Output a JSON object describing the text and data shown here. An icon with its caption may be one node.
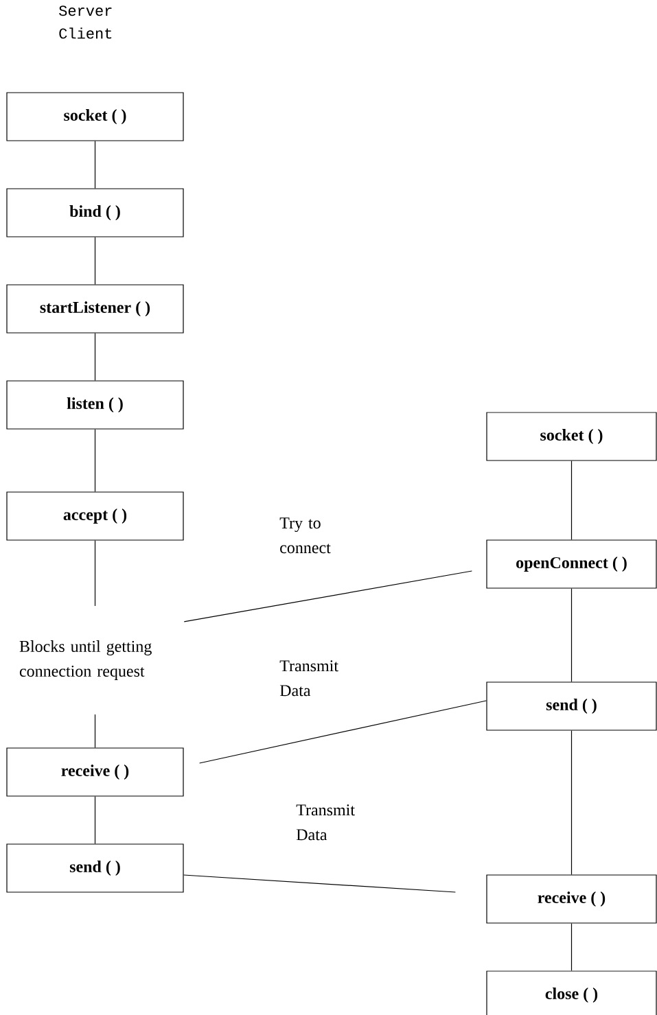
{
  "diagram": {
    "nodes": [
      {
        "text": [
          "socket ( )"
        ]
      },
      {
        "text": [
          "bind ( )"
        ]
      },
      {
        "text": [
          "startListener ( )"
        ]
      },
      {
        "text": [
          "listen ( )"
        ]
      },
      {
        "text": [
          "accept ( )"
        ]
      },
      {
        "text": [
          "Blocks until getting connection request"
        ]
      },
      {
        "text": [
          "receive ( )"
        ]
      },
      {
        "text": [
          "send ( )"
        ]
      },
      {
        "text": [
          "socket ( )"
        ]
      },
      {
        "text": [
          "openConnect ( )"
        ]
      },
      {
        "text": [
          "send ( )"
        ]
      },
      {
        "text": [
          "receive ( )"
        ]
      },
      {
        "text": [
          "close ( )"
        ]
      }
    ],
    "edges": [
      {
        "from": 0,
        "to": 1,
        "arrow": "none"
      },
      {
        "from": 1,
        "to": 2,
        "arrow": "none"
      },
      {
        "from": 2,
        "to": 3,
        "arrow": "none"
      },
      {
        "from": 3,
        "to": 4,
        "arrow": "none"
      },
      {
        "from": 4,
        "to": 5,
        "arrow": "none"
      },
      {
        "from": 5,
        "to": 6,
        "arrow": "none"
      },
      {
        "from": 6,
        "to": 7,
        "arrow": "none"
      },
      {
        "from": 8,
        "to": 9,
        "arrow": "none"
      },
      {
        "from": 9,
        "to": 10,
        "arrow": "none"
      },
      {
        "from": 10,
        "to": 11,
        "arrow": "none"
      },
      {
        "from": 11,
        "to": 12,
        "arrow": "none"
      },
      {
        "from": 9,
        "to": 5,
        "arrow": "none",
        "label": "Try to connect"
      },
      {
        "from": 10,
        "to": 6,
        "arrow": "none",
        "label": "Transmit Data"
      },
      {
        "from": 7,
        "to": 11,
        "arrow": "none",
        "label": "Transmit Data"
      }
    ],
    "labels": [
      "Server",
      "Client"
    ]
  }
}
